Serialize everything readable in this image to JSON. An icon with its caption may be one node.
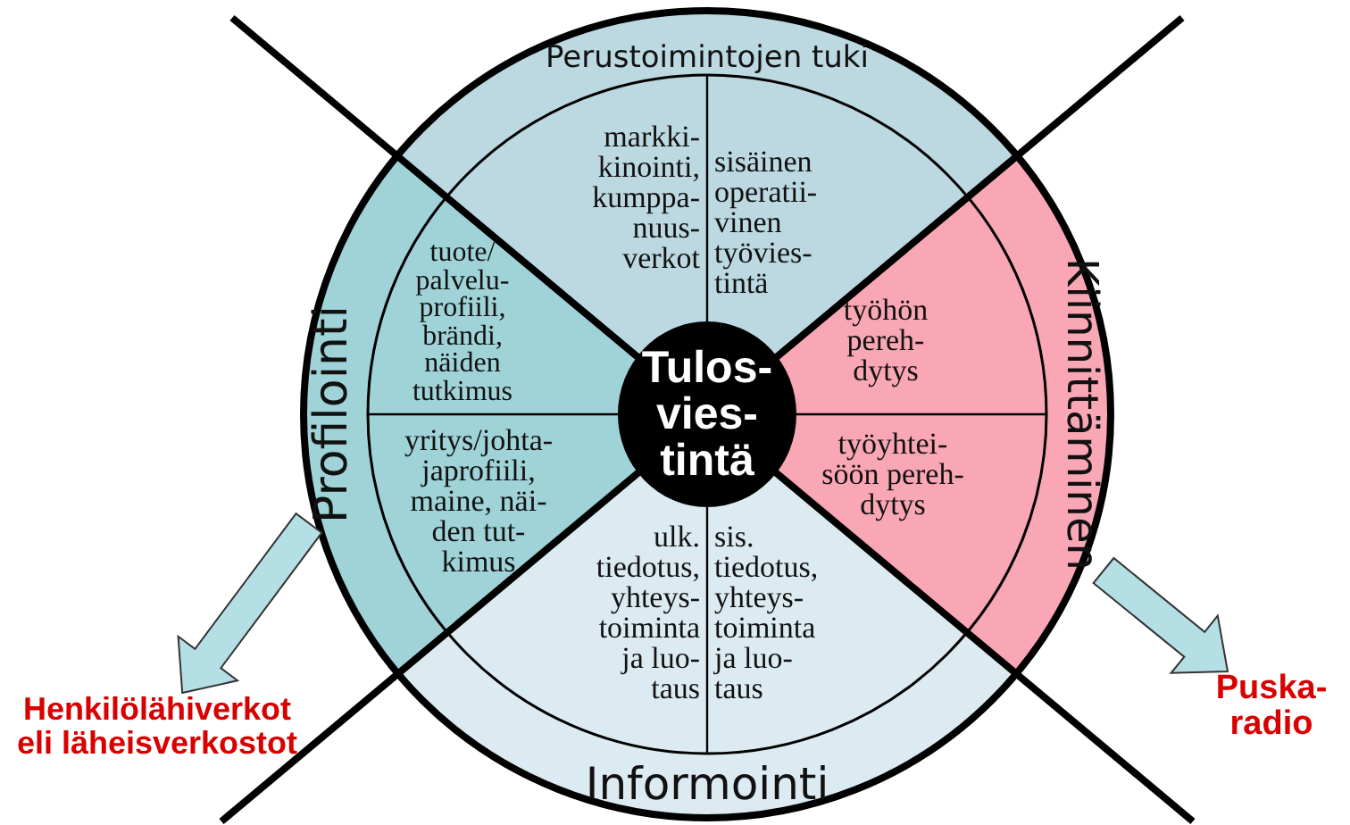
{
  "diagram": {
    "nodes": [
      {
        "text": [
          "Perustoimintojen tuki"
        ]
      },
      {
        "text": [
          "Kiinnittäminen"
        ]
      },
      {
        "text": [
          "Informointi"
        ]
      },
      {
        "text": [
          "Profilointi"
        ]
      },
      {
        "text": [
          "markki- kinointi, kumppa- nuus- verkot"
        ]
      },
      {
        "text": [
          "sisäinen operatii- vinen työvies- tintä"
        ]
      },
      {
        "text": [
          "tuote/ palvelu- profiili, brändi, näiden tutkimus"
        ]
      },
      {
        "text": [
          "työhön pereh- dytys"
        ]
      },
      {
        "text": [
          "Tulos- vies- tintä"
        ]
      },
      {
        "text": [
          "yritys/johta- japrofiili, maine, näi- den tut- kimus"
        ]
      },
      {
        "text": [
          "työyhtei- söön pereh- dytys"
        ]
      },
      {
        "text": [
          "ulk. tiedotus, yhteys- toiminta ja luo- taus"
        ]
      },
      {
        "text": [
          "sis. tiedotus, yhteys- toiminta ja luo- taus"
        ]
      },
      {
        "text": [
          "Henkilölähiverkot eli läheisverkostot"
        ]
      },
      {
        "text": [
          "Puska- radio"
        ]
      }
    ],
    "edges": [
      {
        "from": 3,
        "to": 13,
        "arrow": "to",
        "style": "thick"
      },
      {
        "from": 1,
        "to": 14,
        "arrow": "to",
        "style": "thick"
      }
    ]
  }
}
